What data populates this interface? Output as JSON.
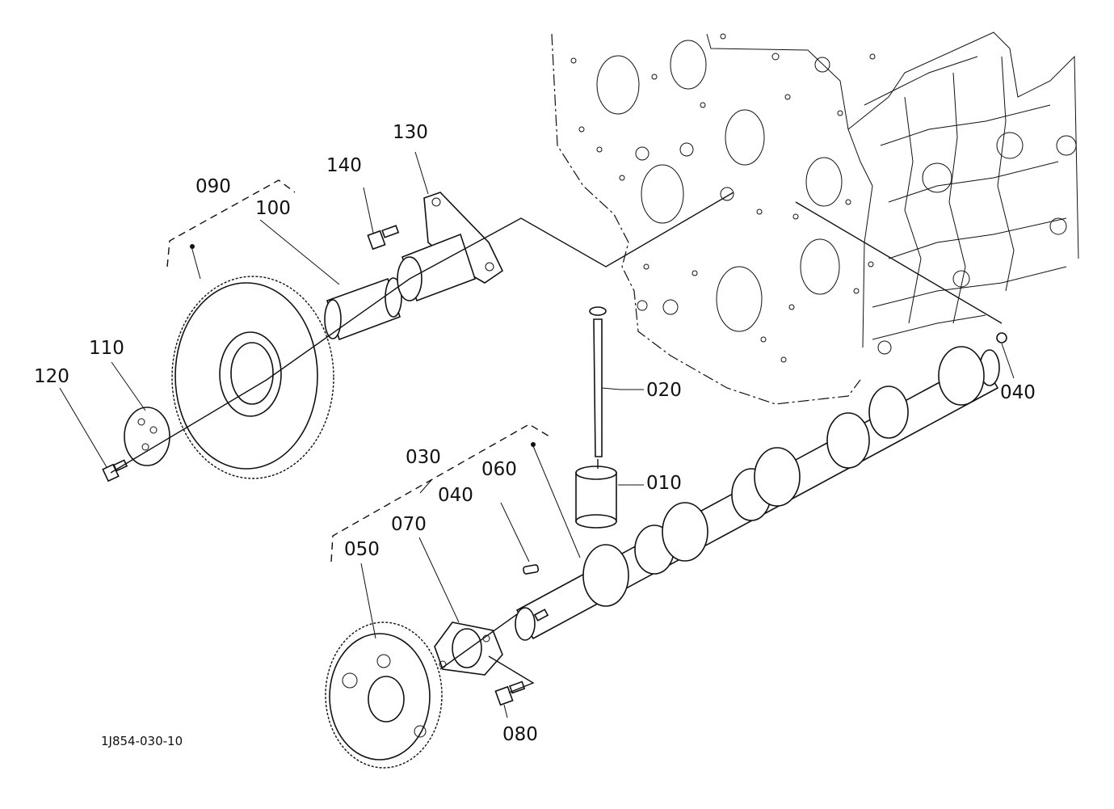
{
  "callouts": {
    "p010": "010",
    "p020": "020",
    "p030": "030",
    "p040a": "040",
    "p040b": "040",
    "p050": "050",
    "p060": "060",
    "p070": "070",
    "p080": "080",
    "p090": "090",
    "p100": "100",
    "p110": "110",
    "p120": "120",
    "p130": "130",
    "p140": "140"
  },
  "drawing_ref": "1J854-030-10"
}
